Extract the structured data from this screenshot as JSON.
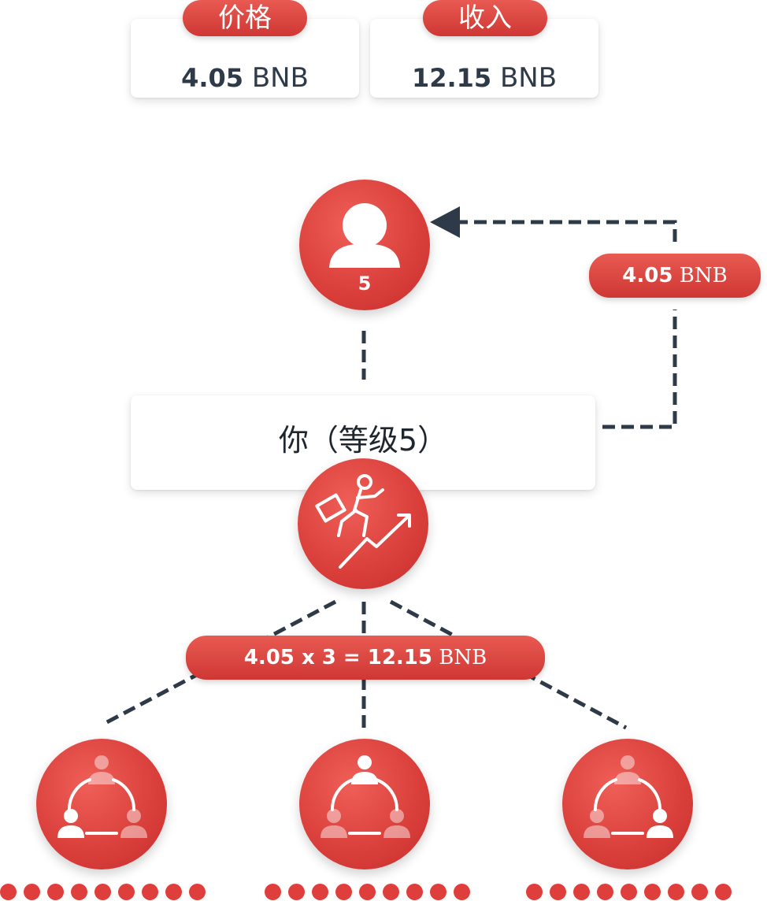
{
  "stats": [
    {
      "label": "价格",
      "value": "4.05",
      "unit": "BNB"
    },
    {
      "label": "收入",
      "value": "12.15",
      "unit": "BNB"
    }
  ],
  "upline": {
    "level": "5",
    "icon": "user-icon"
  },
  "transfer_pill": {
    "value": "4.05",
    "unit": "BNB"
  },
  "you": {
    "label": "你（等级5）",
    "icon": "climbing-success-icon"
  },
  "earnings_pill": {
    "formula": "4.05 x 3 = 12.15",
    "unit": "BNB"
  },
  "referrals": [
    {
      "icon": "team-icon",
      "highlight": "bottom-left"
    },
    {
      "icon": "team-icon",
      "highlight": "top"
    },
    {
      "icon": "team-icon",
      "highlight": "bottom-right"
    }
  ],
  "colors": {
    "accent": "#d93e3a",
    "line": "#2e3a48",
    "text": "#2e3a48"
  }
}
